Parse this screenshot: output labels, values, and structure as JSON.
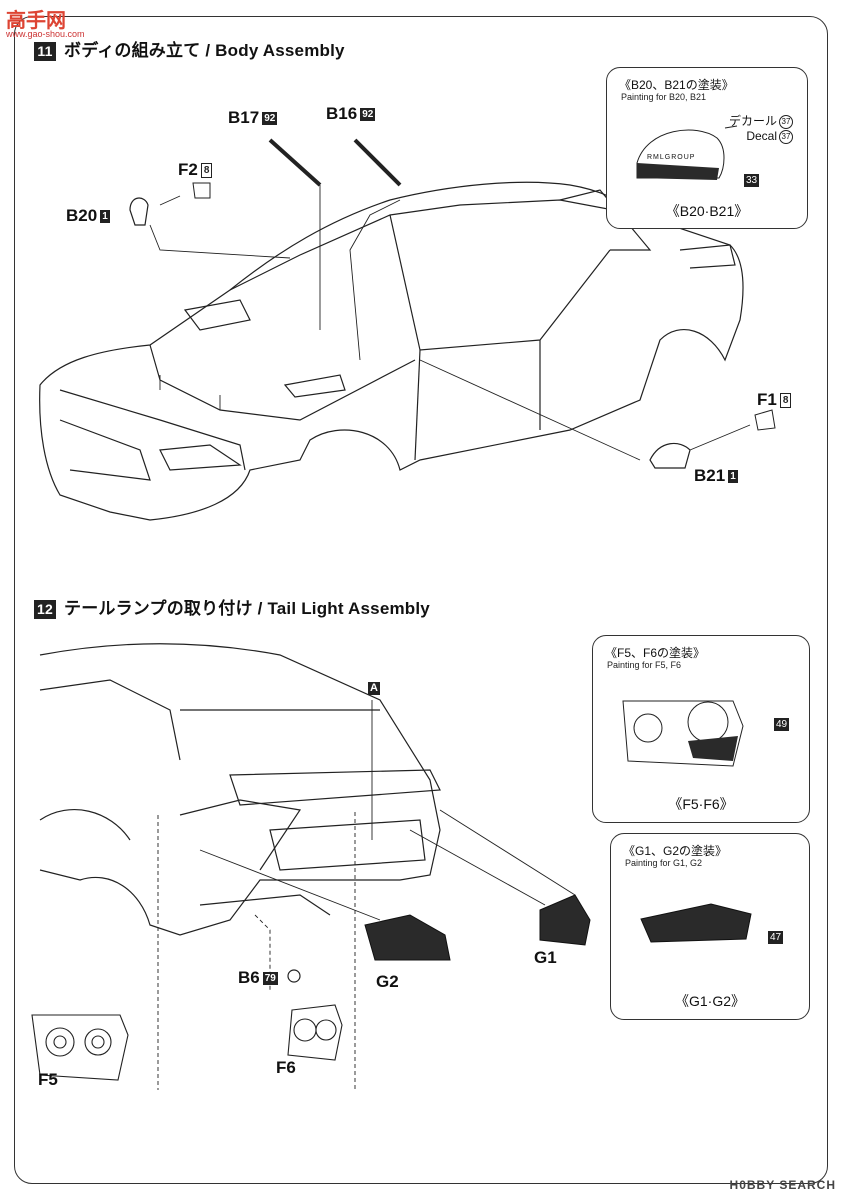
{
  "watermark_top": {
    "text": "高手网",
    "url": "www.gao-shou.com"
  },
  "watermark_bottom": "H0BBY SEARCH",
  "step11": {
    "number": "11",
    "title": "ボディの組み立て / Body Assembly",
    "labels": {
      "b17": "B17",
      "b17_n": "92",
      "b16": "B16",
      "b16_n": "92",
      "f2": "F2",
      "f2_n": "8",
      "b20": "B20",
      "b20_n": "1",
      "f1": "F1",
      "f1_n": "8",
      "b21": "B21",
      "b21_n": "1"
    },
    "paint_box": {
      "heading": "《B20、B21の塗装》",
      "sub": "Painting for B20, B21",
      "decal_jp": "デカール",
      "decal_en": "Decal",
      "decal_n": "37",
      "logo_text": "RMLGROUP",
      "color_n": "33",
      "caption": "《B20·B21》"
    }
  },
  "step12": {
    "number": "12",
    "title": "テールランプの取り付け / Tail Light Assembly",
    "labels": {
      "a": "A",
      "g1": "G1",
      "g2": "G2",
      "b6": "B6",
      "b6_n": "79",
      "f5": "F5",
      "f6": "F6"
    },
    "paint_box_f": {
      "heading": "《F5、F6の塗装》",
      "sub": "Painting for F5, F6",
      "color_n": "49",
      "caption": "《F5·F6》"
    },
    "paint_box_g": {
      "heading": "《G1、G2の塗装》",
      "sub": "Painting for G1, G2",
      "color_n": "47",
      "caption": "《G1·G2》"
    }
  }
}
